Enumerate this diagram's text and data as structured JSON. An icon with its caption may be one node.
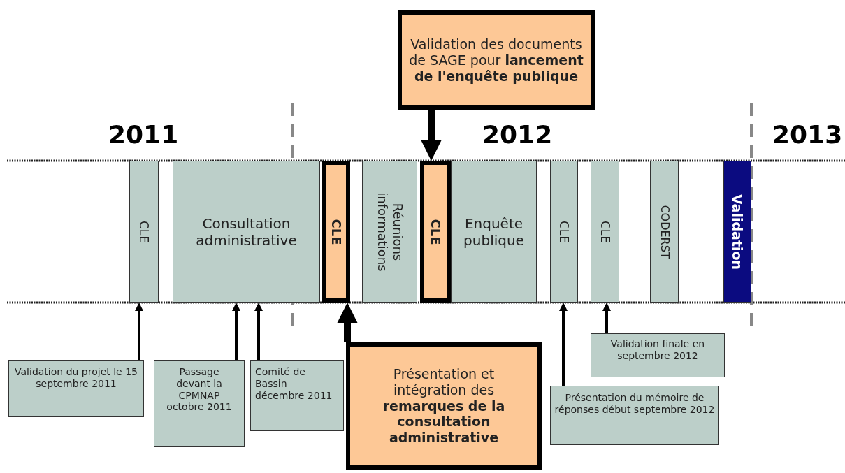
{
  "diagram": {
    "nodes": [
      {
        "text": [
          "CLE"
        ]
      },
      {
        "text": [
          "Consultation administrative"
        ]
      },
      {
        "text": [
          "CLE"
        ]
      },
      {
        "text": [
          "Réunions informations"
        ]
      },
      {
        "text": [
          "CLE"
        ]
      },
      {
        "text": [
          "Enquête publique"
        ]
      },
      {
        "text": [
          "CLE"
        ]
      },
      {
        "text": [
          "CLE"
        ]
      },
      {
        "text": [
          "CODERST"
        ]
      },
      {
        "text": [
          "Validation"
        ]
      },
      {
        "text": [
          "Validation des documents de SAGE pour **lancement de l'enquête publique**"
        ]
      },
      {
        "text": [
          "Présentation et intégration des **remarques de la consultation administrative**"
        ]
      },
      {
        "text": [
          "Validation du projet le 15 septembre 2011"
        ]
      },
      {
        "text": [
          "Passage devant la CPMNAP octobre 2011"
        ]
      },
      {
        "text": [
          "Comité de Bassin décembre 2011"
        ]
      },
      {
        "text": [
          "Validation finale en septembre 2012"
        ]
      },
      {
        "text": [
          "Présentation du mémoire de réponses début septembre 2012"
        ]
      }
    ],
    "edges": [
      {
        "from": 10,
        "to": 4,
        "arrow": "to",
        "style": "thick"
      },
      {
        "from": 12,
        "to": 0,
        "arrow": "to"
      },
      {
        "from": 13,
        "to": 1,
        "arrow": "to"
      },
      {
        "from": 14,
        "to": 1,
        "arrow": "to"
      },
      {
        "from": 11,
        "to": 2,
        "arrow": "to",
        "style": "thick"
      },
      {
        "from": 16,
        "to": 6,
        "arrow": "to"
      },
      {
        "from": 15,
        "to": 7,
        "arrow": "to"
      }
    ],
    "labels": [
      "2011",
      "2012",
      "2013"
    ]
  }
}
